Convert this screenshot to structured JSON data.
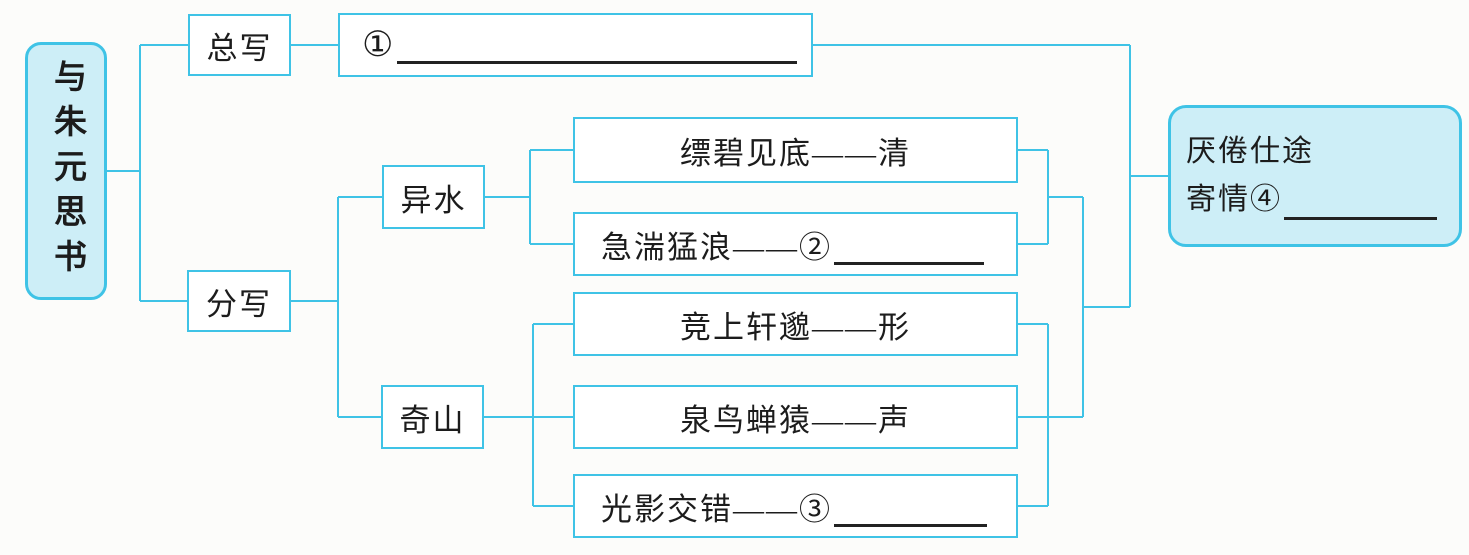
{
  "diagram_type": "tree-structure-map",
  "root": {
    "label": "与朱元思书"
  },
  "branches": {
    "zongxie": {
      "label": "总写"
    },
    "fenxie": {
      "label": "分写"
    }
  },
  "summary": {
    "prefix": "①"
  },
  "water": {
    "label": "异水",
    "items": [
      {
        "text": "缥碧见底——清"
      },
      {
        "prefix": "急湍猛浪——②"
      }
    ]
  },
  "mountain": {
    "label": "奇山",
    "items": [
      {
        "text": "竞上轩邈——形"
      },
      {
        "text": "泉鸟蝉猿——声"
      },
      {
        "prefix": "光影交错——③"
      }
    ]
  },
  "conclusion": {
    "line1": "厌倦仕途",
    "line2_prefix": "寄情④"
  },
  "colors": {
    "line": "#3fc3e6",
    "node_fill": "#cdeef7",
    "text": "#1c1c1c",
    "blank_line": "#222222"
  }
}
